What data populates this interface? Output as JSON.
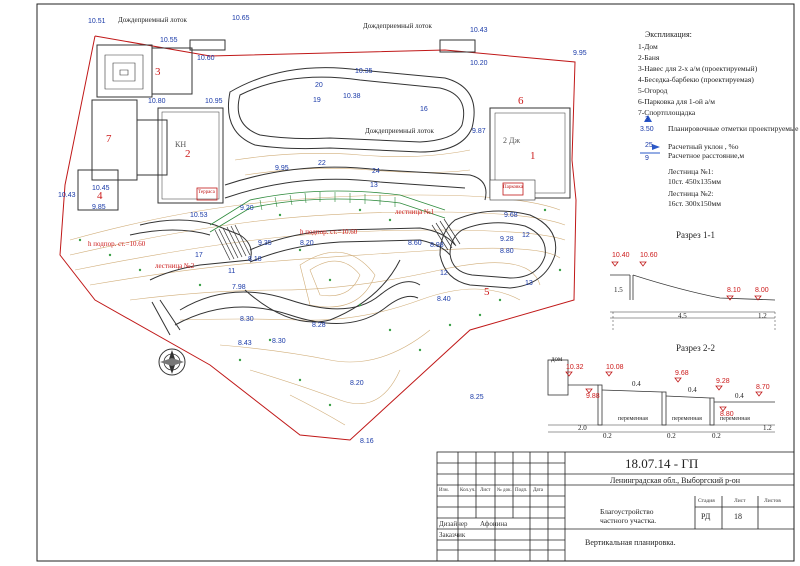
{
  "explication": {
    "title": "Экспликация:",
    "items": [
      "1-Дом",
      "2-Баня",
      "3-Навес для 2-х а/м (проектируемый)",
      "4-Беседка-барбекю (проектируемая)",
      "5-Огород",
      "6-Парковка для 1-ой а/м",
      "7-Спортплощадка"
    ]
  },
  "legend": {
    "elev_sample_slope": "3",
    "elev_sample_value": "3.50",
    "elev_desc": "Планировочные отметки проектируемые",
    "slope_num": "25",
    "slope_den": "9",
    "slope_desc_1": "Расчетный уклон , %о",
    "slope_desc_2": "Расчетное расстояние,м",
    "stair1_title": "Лестница №1:",
    "stair1_spec": "10ст. 450х135мм",
    "stair2_title": "Лестница №2:",
    "stair2_spec": "16ст. 300х150мм"
  },
  "plan_labels": {
    "gutter": "Дождеприемный лоток",
    "stair1": "лестница №1",
    "stair2": "лестница №2",
    "h_under_1": "h подпор. ст.=10.60",
    "h_under_2": "h подпор. ст.=10.60",
    "house_abbr": "2 Дж",
    "bath_abbr": "КН",
    "parking_tag": "Парковка",
    "veranda_tag": "Терраса"
  },
  "buildings": [
    "1",
    "2",
    "3",
    "4",
    "5",
    "6",
    "7"
  ],
  "elevations": [
    "10.51",
    "10.55",
    "10.65",
    "10.60",
    "10.80",
    "10.95",
    "10.35",
    "10.38",
    "10.20",
    "10.43",
    "9.95",
    "9.87",
    "10.45",
    "10.53",
    "9.85",
    "10.43",
    "9.95",
    "9.35",
    "9.20",
    "8.20",
    "8.18",
    "7.98",
    "8.30",
    "8.30",
    "8.40",
    "8.60",
    "8.80",
    "9.28",
    "9.68",
    "8.20",
    "8.25",
    "8.16",
    "8.43",
    "8.28",
    "8.98"
  ],
  "slopes": [
    "20",
    "19",
    "22",
    "16",
    "13",
    "12",
    "17",
    "11",
    "13",
    "12",
    "24"
  ],
  "sections": {
    "s1_title": "Разрез 1-1",
    "s1_elev": [
      "10.40",
      "10.60",
      "8.10",
      "8.00"
    ],
    "s1_dims": [
      "4.5",
      "1.2",
      "1.5"
    ],
    "s2_title": "Разрез 2-2",
    "s2_house": "дом",
    "s2_elev": [
      "10.32",
      "10.08",
      "9.88",
      "9.68",
      "9.28",
      "8.70",
      "8.80"
    ],
    "s2_fill": [
      "переменная",
      "переменная",
      "переменная"
    ],
    "s2_dims": [
      "2.0",
      "0.2",
      "0.2",
      "0.2",
      "1.2",
      "0.4",
      "0.4",
      "0.4"
    ]
  },
  "stamp": {
    "code": "18.07.14 - ГП",
    "location": "Ленинградская обл., Выборгский р-он",
    "head_cols": [
      "Изм.",
      "Кол.уч.",
      "Лист",
      "№ док.",
      "Подп.",
      "Дата"
    ],
    "designer_role": "Дизайнер",
    "designer_name": "Афонина",
    "customer_role": "Заказчик",
    "project_1": "Благоустройство",
    "project_2": "частного участка.",
    "sheet_title": "Вертикальная планировка.",
    "stage_hdr": "Стадия",
    "sheet_hdr": "Лист",
    "sheets_hdr": "Листов",
    "stage": "РД",
    "sheet": "18",
    "sheets": ""
  }
}
